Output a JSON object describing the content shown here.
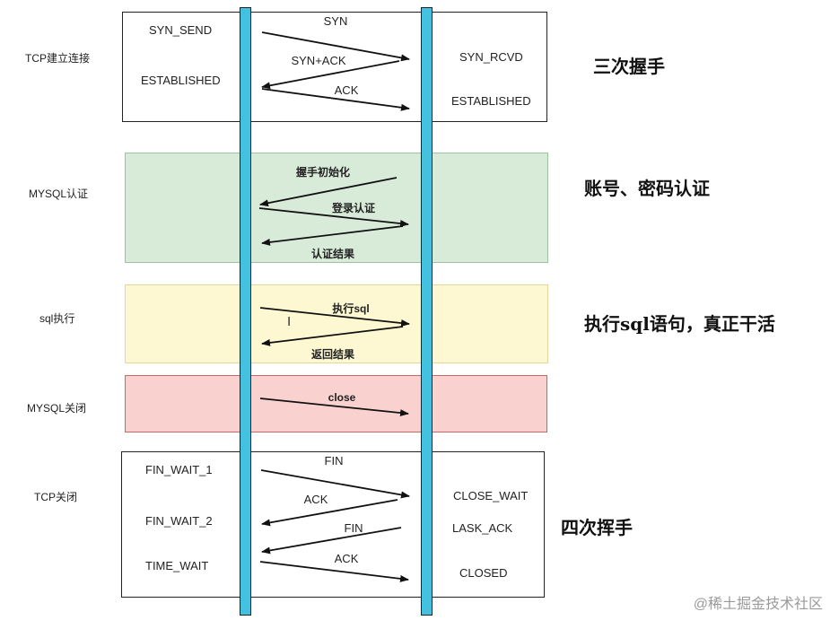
{
  "sections": {
    "tcp_connect": {
      "side_label": "TCP建立连接",
      "left_states": [
        "SYN_SEND",
        "ESTABLISHED"
      ],
      "right_states": [
        "SYN_RCVD",
        "ESTABLISHED"
      ],
      "messages": [
        "SYN",
        "SYN+ACK",
        "ACK"
      ],
      "note": "三次握手"
    },
    "mysql_auth": {
      "side_label": "MYSQL认证",
      "messages": [
        "握手初始化",
        "登录认证",
        "认证结果"
      ],
      "note": "账号、密码认证"
    },
    "sql_exec": {
      "side_label": "sql执行",
      "messages": [
        "执行sql",
        "返回结果"
      ],
      "note": "执行sql语句，真正干活"
    },
    "mysql_close": {
      "side_label": "MYSQL关闭",
      "messages": [
        "close"
      ]
    },
    "tcp_close": {
      "side_label": "TCP关闭",
      "left_states": [
        "FIN_WAIT_1",
        "FIN_WAIT_2",
        "TIME_WAIT"
      ],
      "right_states": [
        "CLOSE_WAIT",
        "LASK_ACK",
        "CLOSED"
      ],
      "messages": [
        "FIN",
        "ACK",
        "FIN",
        "ACK"
      ],
      "note": "四次挥手"
    }
  },
  "watermark": "@稀土掘金技术社区",
  "colors": {
    "lane": "#44c1de",
    "auth_bg": "#d8ead8",
    "exec_bg": "#fdf8d2",
    "close_bg": "#f9d2cf"
  },
  "icons": {
    "cursor": "text-cursor-icon"
  }
}
